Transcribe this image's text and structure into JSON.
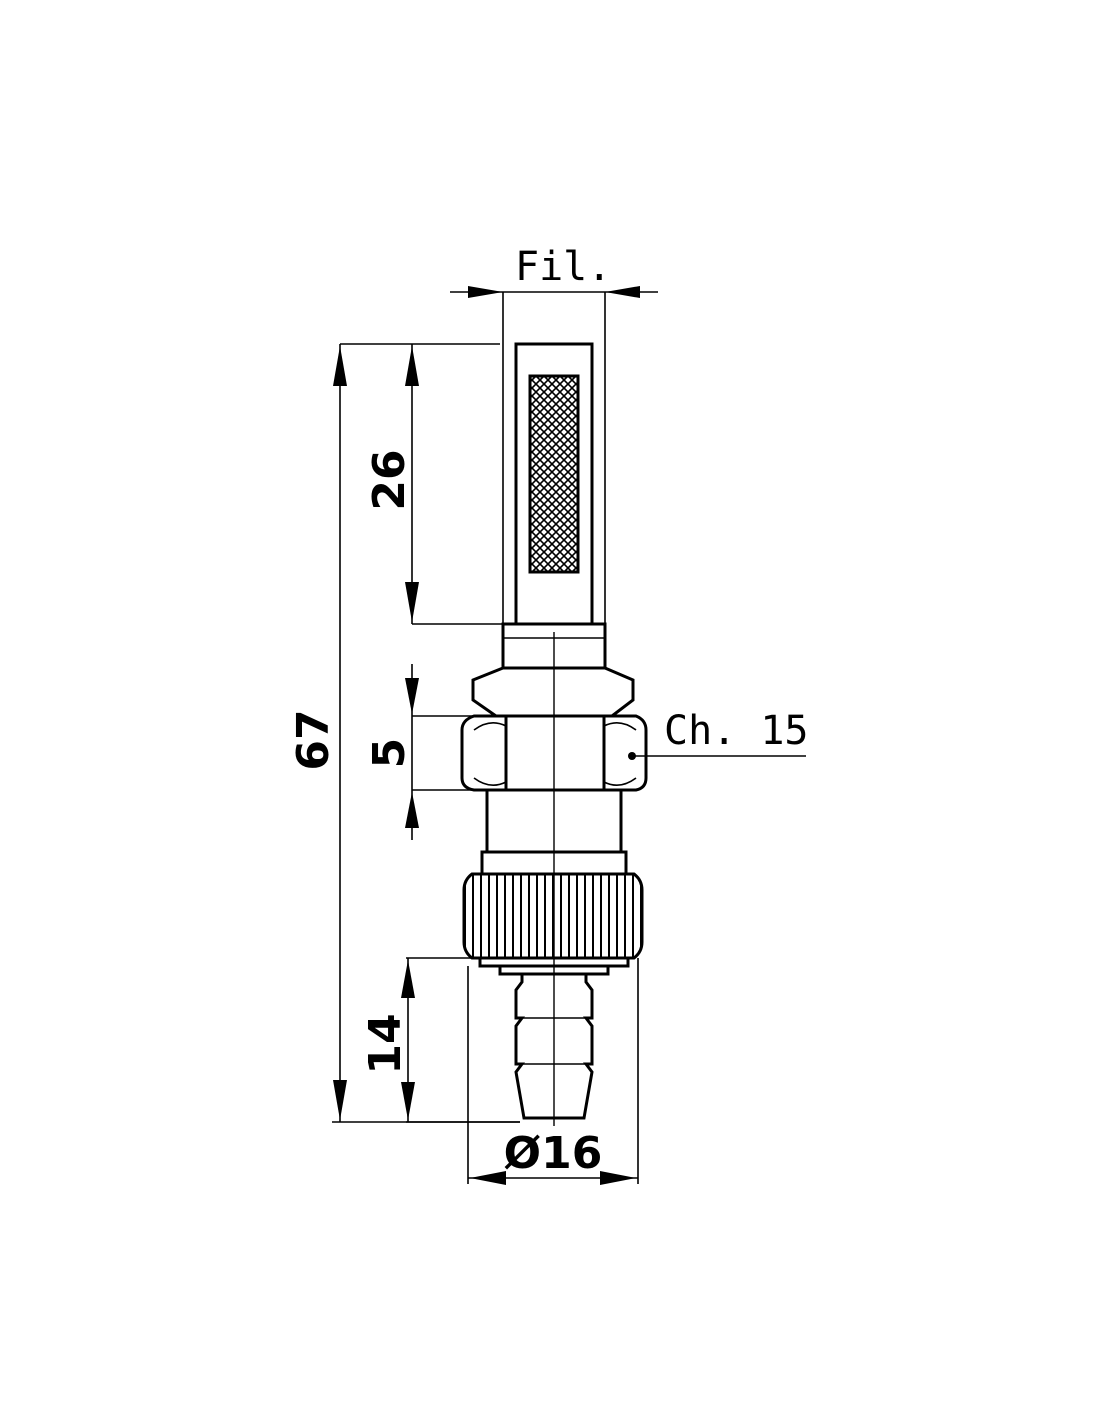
{
  "labels": {
    "thread": "Fil.",
    "wrench": "Ch. 15",
    "diameter": "Ø16"
  },
  "dimensions": {
    "total_length": "67",
    "filter_length": "26",
    "nut_height": "5",
    "spigot_length": "14"
  },
  "colors": {
    "line": "#000000",
    "background": "#ffffff"
  }
}
